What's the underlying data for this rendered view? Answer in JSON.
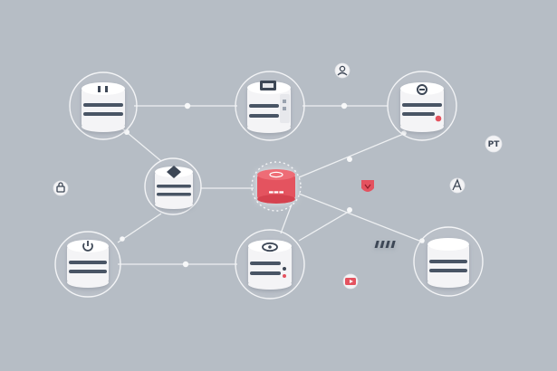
{
  "diagram": {
    "background": "#b6bdc5",
    "accent": "#e4525f",
    "stripe": "#4a5565",
    "central_node_label": "▬▬▬",
    "badge_label": "PT",
    "nodes": [
      {
        "id": "top-left",
        "cap_icon": "pause-icon"
      },
      {
        "id": "top-center",
        "cap_icon": "monitor-icon"
      },
      {
        "id": "top-right",
        "cap_icon": "no-entry-icon"
      },
      {
        "id": "middle-left",
        "cap_icon": "diamond-icon"
      },
      {
        "id": "center",
        "cap_icon": "center-icon",
        "highlighted": true
      },
      {
        "id": "bottom-left",
        "cap_icon": "power-icon"
      },
      {
        "id": "bottom-center",
        "cap_icon": "eye-icon"
      },
      {
        "id": "bottom-right",
        "cap_icon": "bars-icon"
      }
    ],
    "floating_icons": [
      "user-icon",
      "lock-icon",
      "shield-icon",
      "pt-badge-icon",
      "signature-icon",
      "video-icon"
    ]
  }
}
